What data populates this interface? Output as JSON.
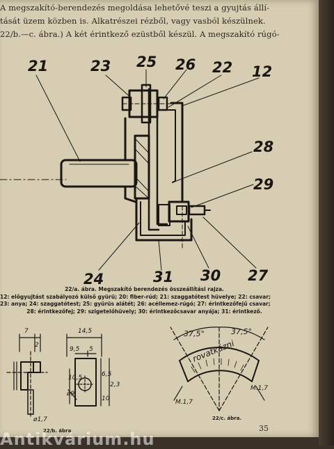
{
  "text": {
    "lines": [
      "A megszakító-berendezés megoldása lehetővé teszi a gyujtás állí-",
      "tását üzem közben is. Alkatrészei rézből, vagy vasból készülnek.",
      "22/b.—c. ábra.) A két érintkező ezüstből készül. A megszakító rúgó-"
    ]
  },
  "figure_a": {
    "labels": [
      "21",
      "23",
      "25",
      "26",
      "22",
      "12",
      "28",
      "29",
      "24",
      "31",
      "30",
      "27"
    ]
  },
  "caption": {
    "lines": [
      "22/a. ábra. Megszakító berendezés összeállítási rajza.",
      "12: előgyujtást szabályozó külső gyürü; 20: fiber-rúd; 21: szaggatótest hüvelye; 22: csavar;",
      "23: anya; 24: szaggatótest; 25: gyürüs alátét; 26: acéllemez-rúgó; 27: érintkezőfejű csavar;",
      "28: érintkezőfej; 29: szigetelőhüvely; 30: érintkezőcsavar anyája; 31: érintkező."
    ]
  },
  "figure_b": {
    "dims": [
      "7",
      "2",
      "14,5",
      "9,5",
      "5",
      "10,5",
      "6,5",
      "2,3",
      "10",
      "ø9",
      "ø1,7"
    ],
    "caption": "22/b. ábra."
  },
  "figure_c": {
    "angle_left": "37,5°",
    "angle_right": "37,5°",
    "word": "rovatkázni",
    "m_left": "M.1,7",
    "m_right": "M.1,7",
    "caption": "22/c. ábra."
  },
  "page_number": "35",
  "watermark": "Antikvárium.hu"
}
